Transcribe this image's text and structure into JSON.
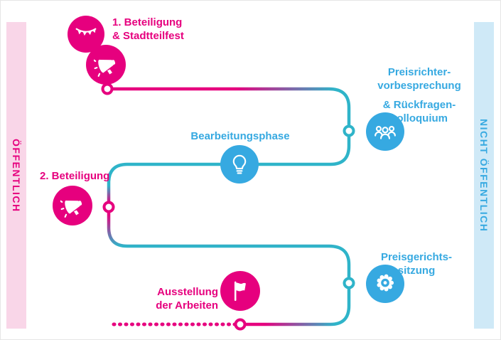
{
  "colors": {
    "pink": "#e6007e",
    "pink-light": "#f9d6e8",
    "blue": "#36a9e1",
    "blue-light": "#cfe9f7",
    "teal": "#2fb4c9"
  },
  "sidebars": {
    "public": "ÖFFENTLICH",
    "nonpublic": "NICHT ÖFFENTLICH"
  },
  "nodes": {
    "beteiligung1": {
      "lines": [
        "1. Beteiligung",
        "& Stadtteilfest"
      ],
      "icons": [
        "garland-icon",
        "megaphone-icon"
      ]
    },
    "preisrichter": {
      "lines": [
        "Preisrichter-",
        "vorbesprechung",
        "& Rückfragen-",
        "kolloquium"
      ],
      "icon": "jury-icon"
    },
    "bearbeitungsphase": {
      "lines": [
        "Bearbeitungsphase"
      ],
      "icon": "lightbulb-icon"
    },
    "beteiligung2": {
      "lines": [
        "2. Beteiligung"
      ],
      "icon": "megaphone-icon"
    },
    "preisgericht": {
      "lines": [
        "Preisgerichts-",
        "sitzung"
      ],
      "icon": "medal-icon"
    },
    "ausstellung": {
      "lines": [
        "Ausstellung",
        "der Arbeiten"
      ],
      "icon": "flag-icon"
    }
  }
}
